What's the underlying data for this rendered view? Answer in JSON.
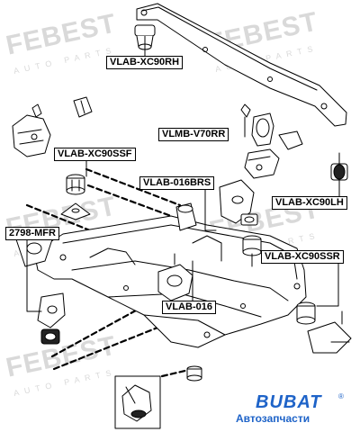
{
  "labels": {
    "rh": "VLAB-XC90RH",
    "rr": "VLMB-V70RR",
    "ssf": "VLAB-XC90SSF",
    "brs": "VLAB-016BRS",
    "lh": "VLAB-XC90LH",
    "mfr": "2798-MFR",
    "ssr": "VLAB-XC90SSR",
    "b016": "VLAB-016"
  },
  "watermark": {
    "brand": "FEBEST",
    "tagline": "AUTO PARTS"
  },
  "logo": {
    "brand": "BUBAT",
    "registered": "®",
    "subtitle": "Автозапчасти"
  },
  "colors": {
    "line": "#000000",
    "watermark": "#d9d9d9",
    "logo": "#1e63c8"
  }
}
